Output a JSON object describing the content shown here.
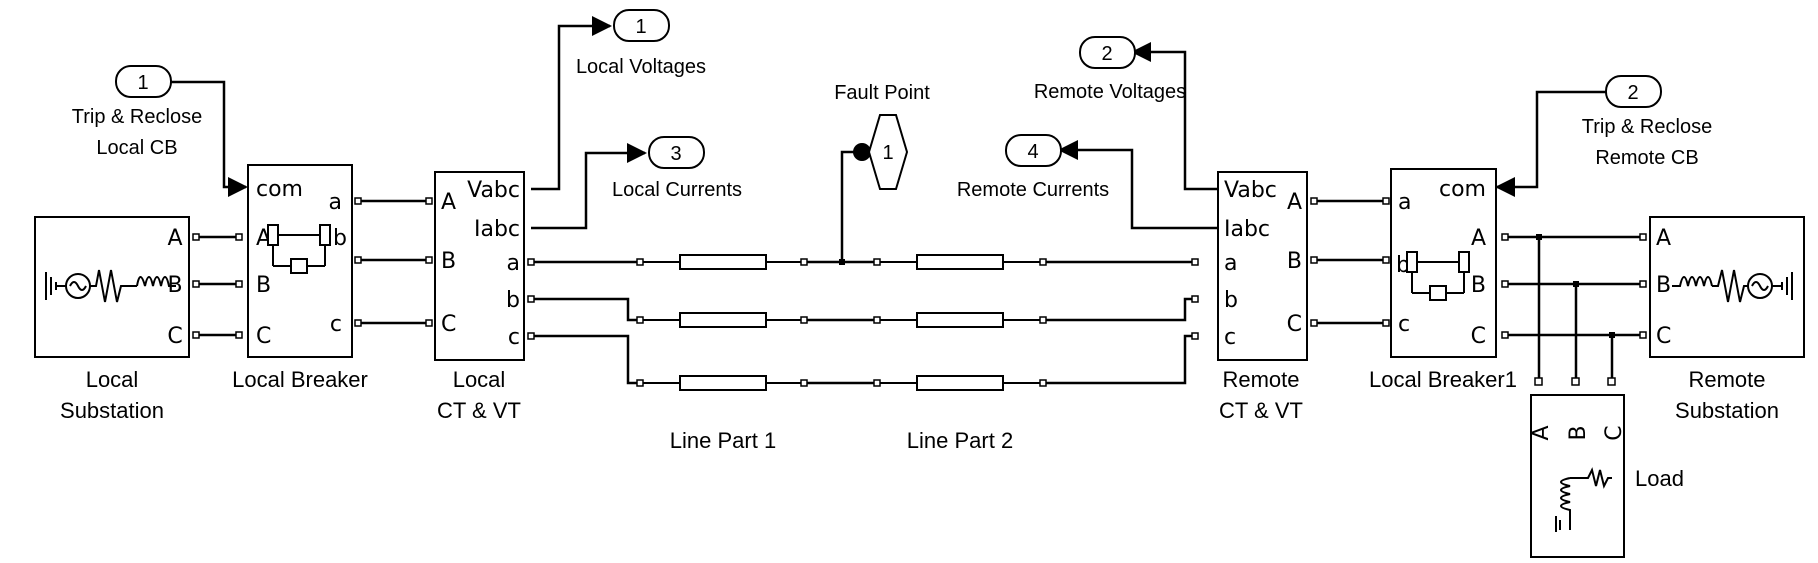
{
  "blocks": {
    "local_substation": {
      "label_line1": "Local",
      "label_line2": "Substation",
      "ports": [
        "A",
        "B",
        "C"
      ]
    },
    "local_breaker": {
      "label": "Local Breaker",
      "inputs": [
        "com",
        "A",
        "B",
        "C"
      ],
      "outputs": [
        "a",
        "b",
        "c"
      ],
      "inner": [
        "A",
        "b",
        "B"
      ]
    },
    "local_ctvt": {
      "label_line1": "Local",
      "label_line2": "CT & VT",
      "inputs": [
        "A",
        "B",
        "C"
      ],
      "outputs": [
        "Vabc",
        "Iabc",
        "a",
        "b",
        "c"
      ]
    },
    "line1": {
      "label": "Line Part 1"
    },
    "line2": {
      "label": "Line Part 2"
    },
    "remote_ctvt": {
      "label_line1": "Remote",
      "label_line2": "CT & VT",
      "inputs": [
        "Vabc",
        "Iabc",
        "a",
        "b",
        "c"
      ],
      "outputs": [
        "A",
        "B",
        "C"
      ]
    },
    "local_breaker1": {
      "label": "Local Breaker1",
      "inputs": [
        "a",
        "b",
        "c"
      ],
      "outputs": [
        "com",
        "A",
        "B",
        "C"
      ],
      "inner": [
        "b"
      ]
    },
    "remote_substation": {
      "label_line1": "Remote",
      "label_line2": "Substation",
      "ports": [
        "A",
        "B",
        "C"
      ]
    },
    "load": {
      "label": "Load",
      "ports": [
        "A",
        "B",
        "C"
      ]
    }
  },
  "ports": {
    "in1": {
      "number": "1",
      "label_line1": "Trip & Reclose",
      "label_line2": "Local CB"
    },
    "in2": {
      "number": "2",
      "label_line1": "Trip & Reclose",
      "label_line2": "Remote CB"
    },
    "out1": {
      "number": "1",
      "label": "Local Voltages"
    },
    "out2": {
      "number": "2",
      "label": "Remote Voltages"
    },
    "out3": {
      "number": "3",
      "label": "Local Currents"
    },
    "out4": {
      "number": "4",
      "label": "Remote Currents"
    },
    "goto1": {
      "number": "1",
      "label": "Fault Point"
    }
  }
}
